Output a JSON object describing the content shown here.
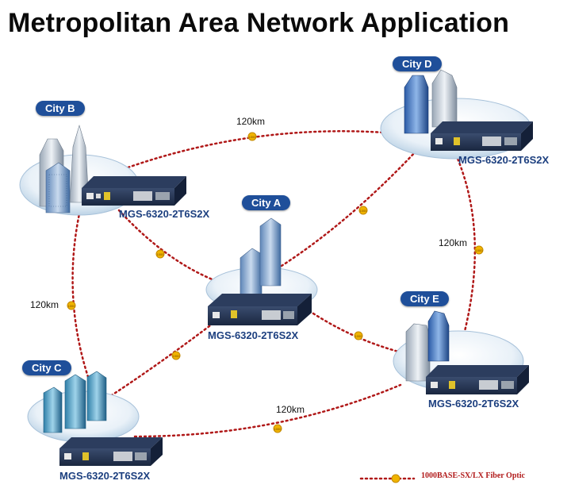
{
  "title": "Metropolitan Area Network Application",
  "cities": {
    "a": {
      "label": "City A",
      "model": "MGS-6320-2T6S2X"
    },
    "b": {
      "label": "City B",
      "model": "MGS-6320-2T6S2X"
    },
    "c": {
      "label": "City C",
      "model": "MGS-6320-2T6S2X"
    },
    "d": {
      "label": "City D",
      "model": "MGS-6320-2T6S2X"
    },
    "e": {
      "label": "City E",
      "model": "MGS-6320-2T6S2X"
    }
  },
  "links": {
    "b_d": "120km",
    "d_e": "120km",
    "b_c": "120km",
    "c_e": "120km"
  },
  "marker_text": "1000",
  "legend": {
    "text": "1000BASE-SX/LX Fiber Optic"
  },
  "colors": {
    "fiber": "#b01818",
    "marker": "#f0b400",
    "badge": "#1f4f9a",
    "switch": "#1d2c4a"
  }
}
